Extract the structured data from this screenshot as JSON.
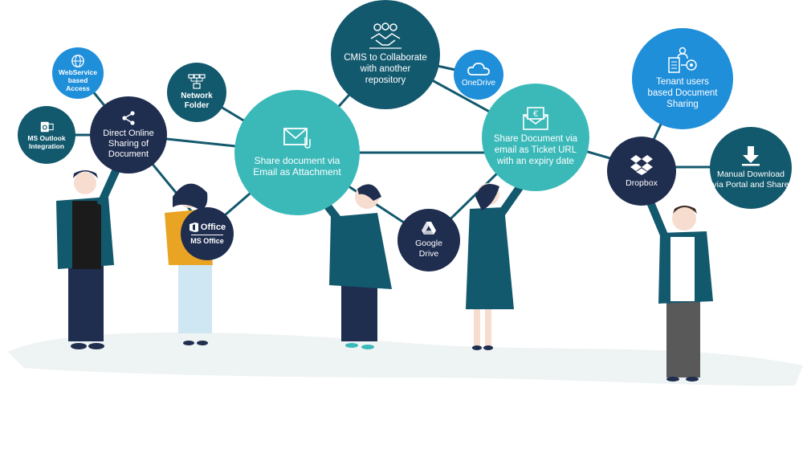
{
  "colors": {
    "teal": "#3bb9b9",
    "navy": "#1f2d4f",
    "petrol": "#13596e",
    "blue": "#1f8fda",
    "ground": "#eef3f4",
    "line": "#13596e"
  },
  "nodes": {
    "webservice": {
      "label": "WebService based Access",
      "icon": "globe-icon"
    },
    "ms_outlook": {
      "label": "MS Outlook Integration",
      "icon": "outlook-icon"
    },
    "direct_online": {
      "label": "Direct Online Sharing of Document",
      "icon": "share-icon"
    },
    "network_folder": {
      "label": "Network Folder",
      "icon": "network-icon"
    },
    "ms_office": {
      "label": "MS Office",
      "logo_text": "Office",
      "icon": "office-icon"
    },
    "share_email": {
      "label": "Share document via Email as Attachment",
      "icon": "mail-attachment-icon"
    },
    "cmis": {
      "label": "CMIS to Collaborate with another repository",
      "icon": "handshake-icon"
    },
    "onedrive": {
      "label": "OneDrive",
      "icon": "cloud-icon"
    },
    "ticket_url": {
      "label": "Share Document via email as Ticket URL with an expiry date",
      "icon": "euro-mail-icon"
    },
    "google_drive": {
      "label": "Google Drive",
      "icon": "google-drive-icon"
    },
    "tenant": {
      "label": "Tenant users based Document Sharing",
      "icon": "tenant-users-icon"
    },
    "dropbox": {
      "label": "Dropbox",
      "icon": "dropbox-icon"
    },
    "manual_download": {
      "label": "Manual Download via Portal and Share",
      "icon": "download-icon"
    }
  }
}
